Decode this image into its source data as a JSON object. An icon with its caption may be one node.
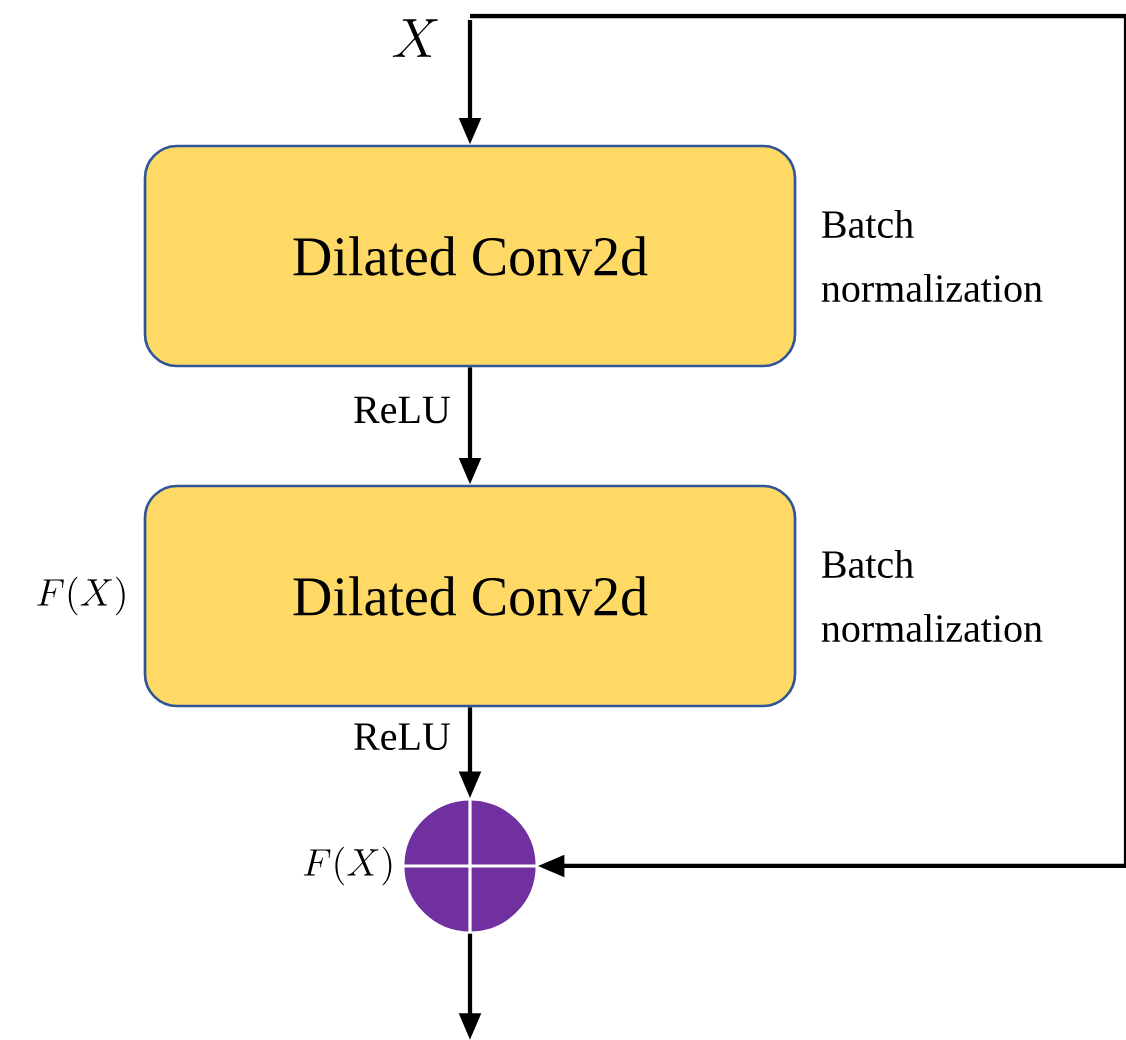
{
  "diagram": {
    "nodes": [
      {
        "text": [
          "X"
        ]
      },
      {
        "text": [
          "Dilated Conv2d"
        ],
        "beside": [
          "Batch normalization"
        ]
      },
      {
        "text": [
          "Dilated Conv2d"
        ],
        "beside": [
          "Batch normalization",
          "F(X)"
        ]
      },
      {
        "text": [],
        "shape": "circle",
        "beside": [
          "F(X)"
        ]
      }
    ],
    "edges": [
      {
        "from": 0,
        "to": 1,
        "arrow": "to"
      },
      {
        "from": 1,
        "to": 2,
        "arrow": "to",
        "label": "ReLU"
      },
      {
        "from": 2,
        "to": 3,
        "arrow": "to",
        "label": "ReLU"
      },
      {
        "from": 0,
        "to": 3,
        "arrow": "to"
      },
      {
        "from": 3,
        "to": null,
        "arrow": "to"
      }
    ]
  }
}
